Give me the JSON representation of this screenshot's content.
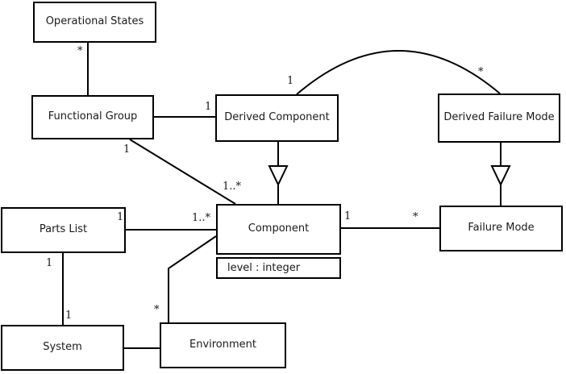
{
  "diagram": {
    "kind": "uml-class-diagram",
    "background": "#ffffff",
    "line_color": "#000000",
    "classes": {
      "operational_states": {
        "name": "Operational States"
      },
      "functional_group": {
        "name": "Functional Group"
      },
      "derived_component": {
        "name": "Derived Component"
      },
      "derived_failure_mode": {
        "name": "Derived Failure Mode"
      },
      "parts_list": {
        "name": "Parts List"
      },
      "component": {
        "name": "Component",
        "attributes": [
          "level : integer"
        ]
      },
      "failure_mode": {
        "name": "Failure Mode"
      },
      "system": {
        "name": "System"
      },
      "environment": {
        "name": "Environment"
      }
    },
    "labels": {
      "os_fg": "*",
      "fg_dc": "1",
      "fg_comp_src": "1",
      "fg_comp_tgt": "1..*",
      "dc_dfm_src": "1",
      "dc_dfm_tgt": "*",
      "pl_comp_src": "1",
      "pl_comp_tgt": "1..*",
      "pl_sys_src": "1",
      "pl_sys_tgt": "1",
      "comp_fm_src": "1",
      "comp_fm_tgt": "*",
      "env_comp": "*"
    },
    "associations": [
      {
        "from": "Operational States",
        "to": "Functional Group",
        "from_mult": "*",
        "type": "association"
      },
      {
        "from": "Functional Group",
        "to": "Derived Component",
        "to_mult": "1",
        "type": "association"
      },
      {
        "from": "Functional Group",
        "to": "Component",
        "from_mult": "1",
        "to_mult": "1..*",
        "type": "association"
      },
      {
        "from": "Derived Component",
        "to": "Derived Failure Mode",
        "from_mult": "1",
        "to_mult": "*",
        "type": "association-arc"
      },
      {
        "from": "Derived Component",
        "to": "Component",
        "type": "generalization"
      },
      {
        "from": "Derived Failure Mode",
        "to": "Failure Mode",
        "type": "generalization"
      },
      {
        "from": "Parts List",
        "to": "Component",
        "from_mult": "1",
        "to_mult": "1..*",
        "type": "association"
      },
      {
        "from": "Parts List",
        "to": "System",
        "from_mult": "1",
        "to_mult": "1",
        "type": "association"
      },
      {
        "from": "Component",
        "to": "Failure Mode",
        "from_mult": "1",
        "to_mult": "*",
        "type": "association"
      },
      {
        "from": "Environment",
        "to": "Component",
        "from_mult": "*",
        "type": "association"
      },
      {
        "from": "System",
        "to": "Environment",
        "type": "association"
      }
    ]
  }
}
